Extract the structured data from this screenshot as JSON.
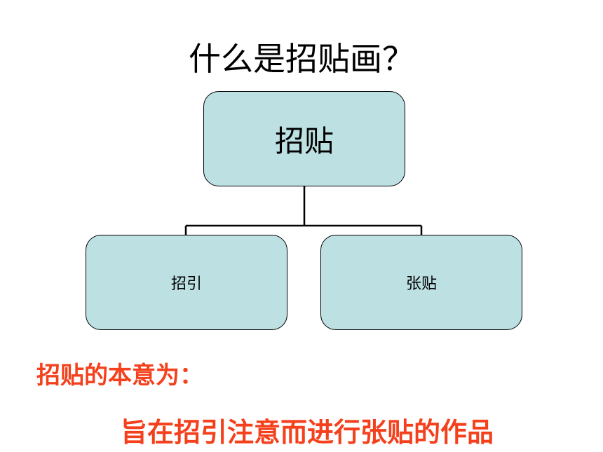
{
  "title": "什么是招贴画？",
  "diagram": {
    "root": {
      "label": "招贴"
    },
    "children": [
      {
        "label": "招引"
      },
      {
        "label": "张贴"
      }
    ],
    "node_fill": "#bde0e3",
    "line_color": "#000000"
  },
  "meaning": {
    "label": "招贴的本意为：",
    "text": "旨在招引注意而进行张贴的作品",
    "color": "#f4401c"
  }
}
